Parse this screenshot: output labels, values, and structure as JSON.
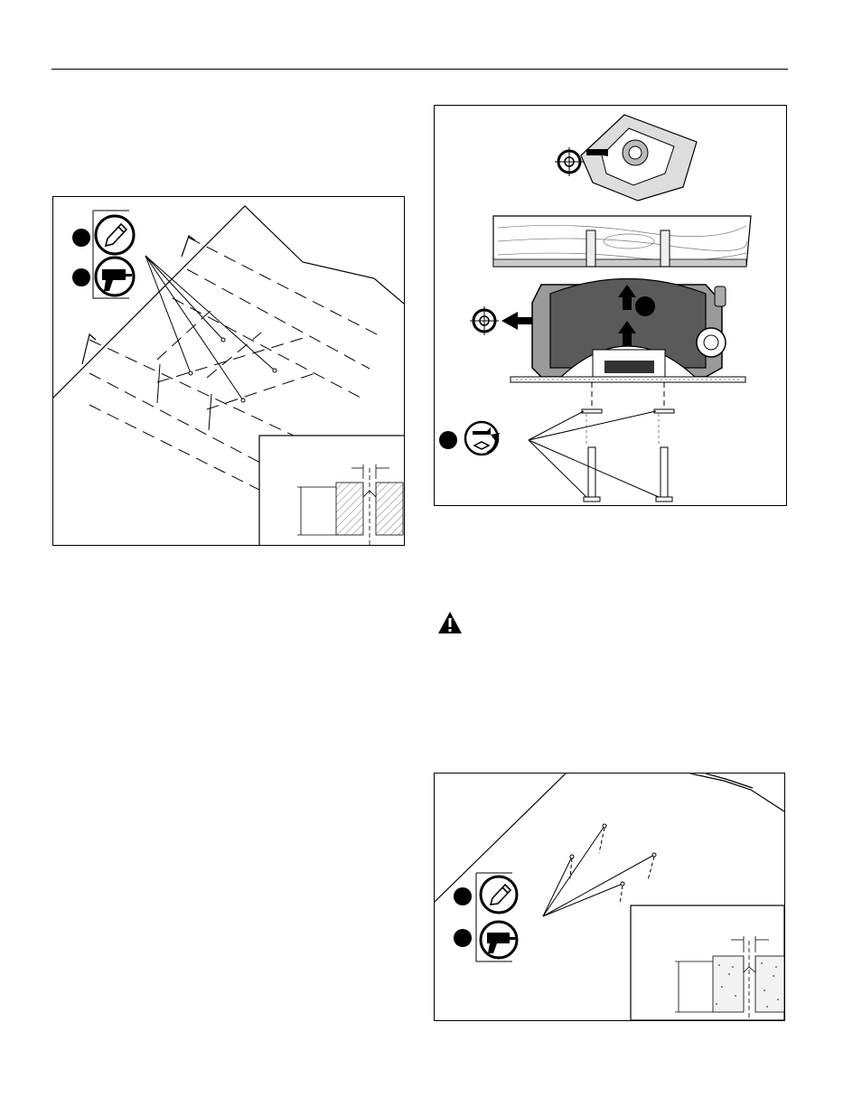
{
  "page": {
    "header_rule": true
  },
  "figures": [
    {
      "id": "ceiling-joist-layout",
      "icons": [
        "pencil-icon",
        "drill-icon"
      ]
    },
    {
      "id": "adapter-plate-mounting",
      "icons": [
        "target-icon",
        "wrench-rotate-icon"
      ]
    },
    {
      "id": "concrete-ceiling-layout",
      "icons": [
        "pencil-icon",
        "drill-icon"
      ]
    }
  ],
  "warning": {
    "icon": "warning-triangle-icon",
    "color": "#000000"
  }
}
